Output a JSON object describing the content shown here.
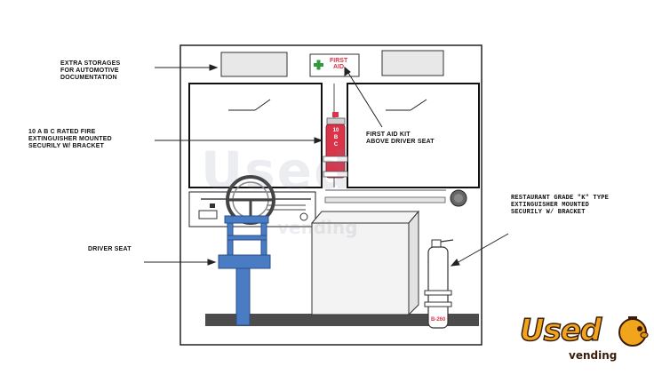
{
  "callouts": {
    "storage": "EXTRA STORAGES\nFOR AUTOMOTIVE\nDOCUMENTATION",
    "extinguisher_abc": "10 A B C RATED FIRE\nEXTINGUISHER MOUNTED\nSECURILY W/ BRACKET",
    "driver_seat": "DRIVER SEAT",
    "first_aid_kit": "FIRST AID KIT\nABOVE DRIVER SEAT",
    "extinguisher_k": "RESTAURANT GRADE \"K\" TYPE\nEXTINGUISHER MOUNTED\nSECURILY W/ BRACKET"
  },
  "first_aid_box": {
    "line1": "FIRST",
    "line2": "AID"
  },
  "extinguisher_abc_tag": {
    "a": "10",
    "b": "B",
    "c": "C"
  },
  "extinguisher_k_tag": "B-260",
  "watermark": {
    "word": "Used",
    "sub": "vending"
  },
  "logo": {
    "word": "Used",
    "tagline": "vending"
  },
  "colors": {
    "seat_blue": "#4a7cc4",
    "fire_red": "#d9354a",
    "first_aid_green": "#2e9a3c",
    "logo_orange": "#f2a51c"
  }
}
